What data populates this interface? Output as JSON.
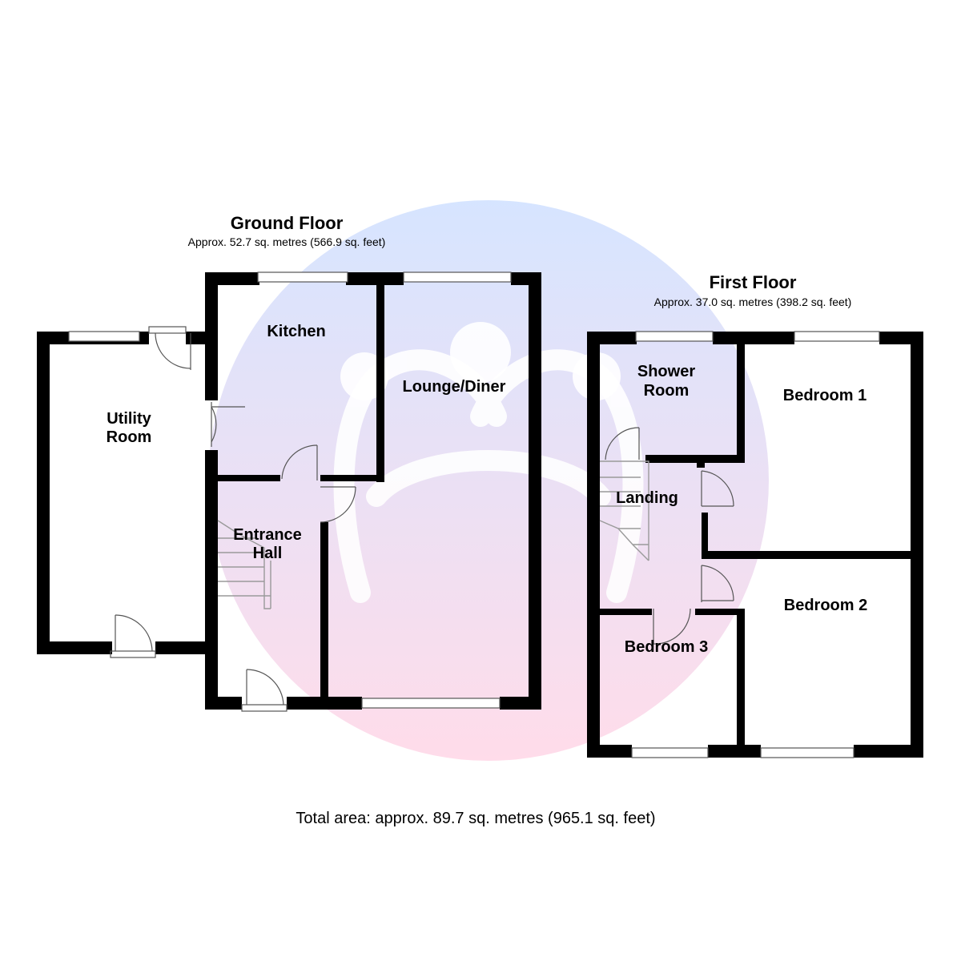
{
  "ground_floor": {
    "title": "Ground Floor",
    "area": "Approx. 52.7 sq. metres (566.9 sq. feet)",
    "rooms": {
      "utility_line1": "Utility",
      "utility_line2": "Room",
      "kitchen": "Kitchen",
      "lounge": "Lounge/Diner",
      "hall_line1": "Entrance",
      "hall_line2": "Hall"
    }
  },
  "first_floor": {
    "title": "First Floor",
    "area": "Approx. 37.0 sq. metres (398.2 sq. feet)",
    "rooms": {
      "shower_line1": "Shower",
      "shower_line2": "Room",
      "bedroom1": "Bedroom 1",
      "landing": "Landing",
      "bedroom2": "Bedroom 2",
      "bedroom3": "Bedroom 3"
    }
  },
  "total_area": "Total area: approx. 89.7 sq. metres (965.1 sq. feet)",
  "colors": {
    "wall": "#000000",
    "watermark_top": "#cfe0ff",
    "watermark_bottom": "#ffd6e6"
  },
  "watermark": "logo-watermark"
}
